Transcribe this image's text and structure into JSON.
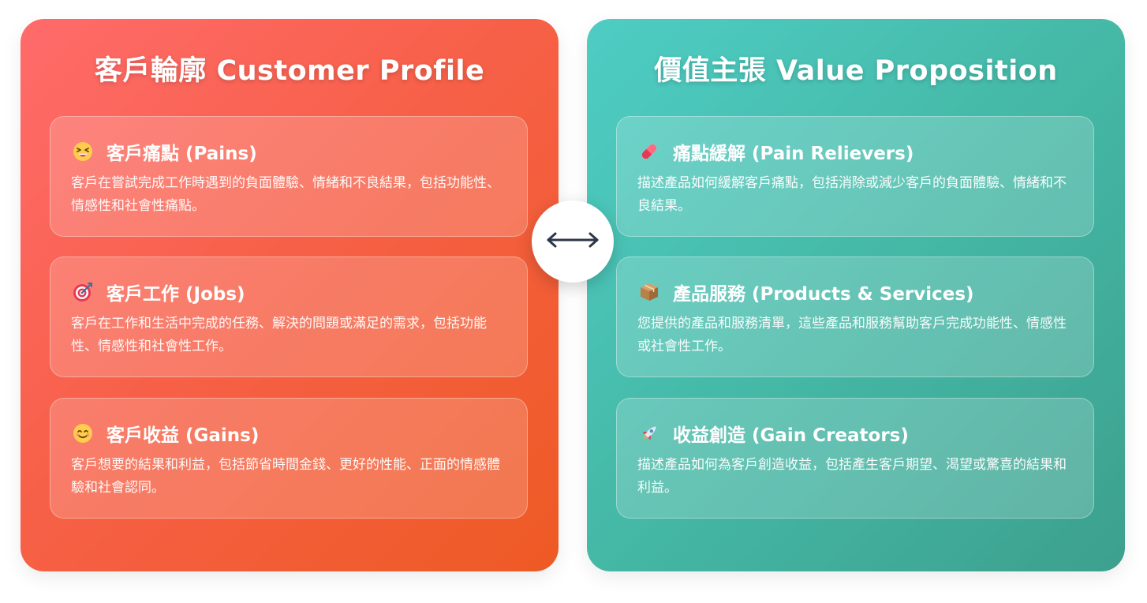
{
  "customer_profile": {
    "title": "客戶輪廓 Customer Profile",
    "cards": [
      {
        "icon": "tired-face-icon",
        "title": "客戶痛點 (Pains)",
        "desc": "客戶在嘗試完成工作時遇到的負面體驗、情緒和不良結果，包括功能性、情感性和社會性痛點。"
      },
      {
        "icon": "target-icon",
        "title": "客戶工作 (Jobs)",
        "desc": "客戶在工作和生活中完成的任務、解決的問題或滿足的需求，包括功能性、情感性和社會性工作。"
      },
      {
        "icon": "smiling-face-icon",
        "title": "客戶收益 (Gains)",
        "desc": "客戶想要的結果和利益，包括節省時間金錢、更好的性能、正面的情感體驗和社會認同。"
      }
    ]
  },
  "value_proposition": {
    "title": "價值主張 Value Proposition",
    "cards": [
      {
        "icon": "pill-icon",
        "title": "痛點緩解 (Pain Relievers)",
        "desc": "描述產品如何緩解客戶痛點，包括消除或減少客戶的負面體驗、情緒和不良結果。"
      },
      {
        "icon": "package-icon",
        "title": "產品服務 (Products & Services)",
        "desc": "您提供的產品和服務清單，這些產品和服務幫助客戶完成功能性、情感性或社會性工作。"
      },
      {
        "icon": "rocket-icon",
        "title": "收益創造 (Gain Creators)",
        "desc": "描述產品如何為客戶創造收益，包括產生客戶期望、渴望或驚喜的結果和利益。"
      }
    ]
  },
  "connector": {
    "icon": "double-arrow-icon"
  },
  "colors": {
    "left_start": "#ff6b6b",
    "left_end": "#ee5a24",
    "right_start": "#4ecdc4",
    "right_end": "#3da08e",
    "arrow": "#2d3748"
  }
}
